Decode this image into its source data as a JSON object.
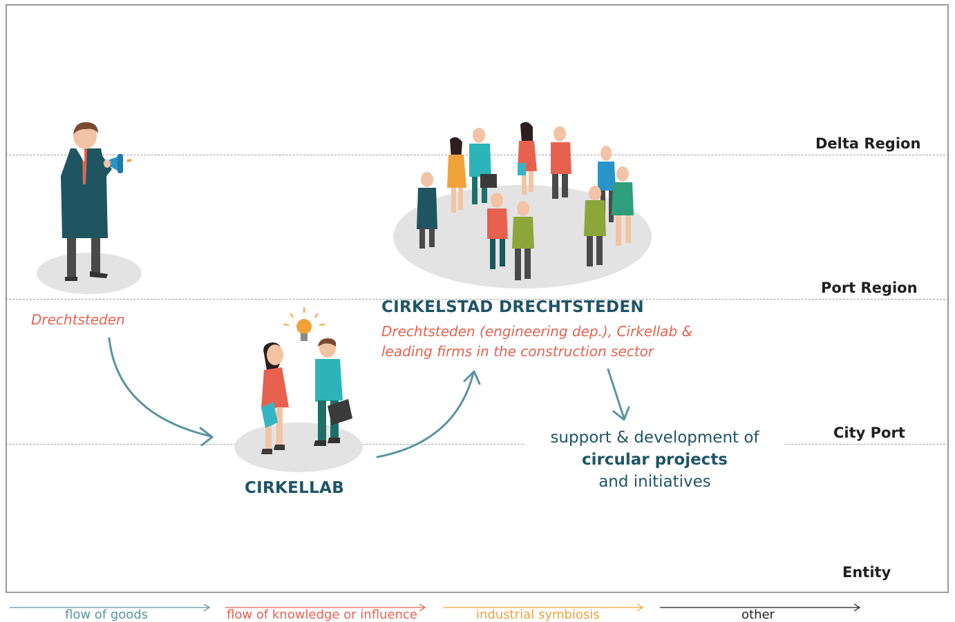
{
  "layers": [
    {
      "label": "Delta Region"
    },
    {
      "label": "Port Region"
    },
    {
      "label": "City Port"
    },
    {
      "label": "Entity"
    }
  ],
  "actors": {
    "drechtsteden": "Drechtsteden",
    "cirkellab": "CIRKELLAB",
    "cirkelstad_title": "CIRKELSTAD DRECHTSTEDEN",
    "cirkelstad_members_line1": "Drechtsteden (engineering dep.), Cirkellab &",
    "cirkelstad_members_line2": "leading firms in the construction sector"
  },
  "outcome": {
    "line1": "support & development of",
    "line2": "circular projects",
    "line3": "and initiatives"
  },
  "legend": [
    {
      "label": "flow of goods",
      "color": "#5a93a0"
    },
    {
      "label": "flow of knowledge or influence",
      "color": "#e8614f"
    },
    {
      "label": "industrial symbiosis",
      "color": "#f0a23a"
    },
    {
      "label": "other",
      "color": "#1f1f1f"
    }
  ],
  "colors": {
    "teal": "#5a93a0",
    "dark_teal": "#1f5466",
    "red": "#e8614f",
    "orange": "#f0a23a"
  }
}
